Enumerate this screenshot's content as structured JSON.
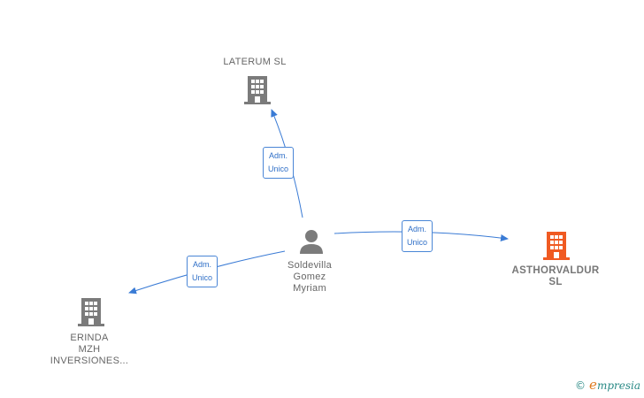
{
  "colors": {
    "edge": "#3a7bd5",
    "company": "#7b7b7b",
    "main_company": "#f05a22",
    "person": "#7b7b7b"
  },
  "nodes": {
    "laterum": {
      "label": [
        "LATERUM  SL"
      ],
      "icon": "building-icon"
    },
    "asthorvaldur": {
      "label": [
        "ASTHORVALDUR",
        "SL"
      ],
      "icon": "building-icon"
    },
    "erinda": {
      "label": [
        "ERINDA",
        "MZH",
        "INVERSIONES..."
      ],
      "icon": "building-icon"
    },
    "soldevilla": {
      "label": [
        "Soldevilla",
        "Gomez",
        "Myriam"
      ],
      "icon": "person-icon"
    }
  },
  "relations": {
    "to_laterum": [
      "Adm.",
      "Unico"
    ],
    "to_asthorvaldur": [
      "Adm.",
      "Unico"
    ],
    "to_erinda": [
      "Adm.",
      "Unico"
    ]
  },
  "watermark": {
    "copyright": "©",
    "brand_initial": "e",
    "brand_rest": "mpresia"
  }
}
